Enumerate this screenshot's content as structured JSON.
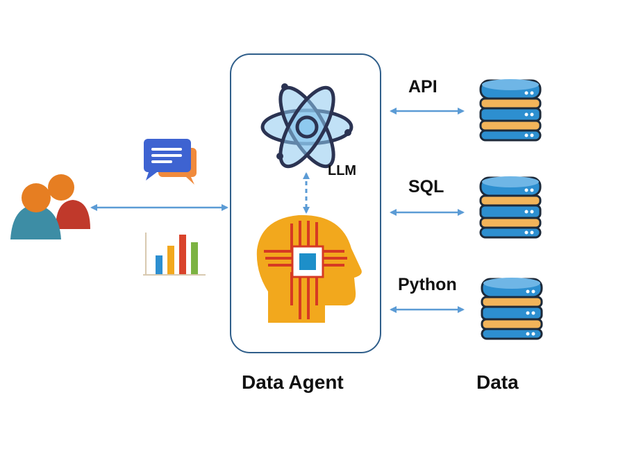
{
  "agent": {
    "llm_label": "LLM",
    "caption": "Data Agent"
  },
  "connections": [
    {
      "label": "API"
    },
    {
      "label": "SQL"
    },
    {
      "label": "Python"
    }
  ],
  "data_caption": "Data",
  "icons": [
    "users-icon",
    "chat-icon",
    "bar-chart-icon",
    "atom-icon",
    "ai-head-icon",
    "database-icon"
  ],
  "colors": {
    "arrow": "#5b9bd5",
    "agent_border": "#2f5e8a",
    "db_blue": "#2d8fd0",
    "db_orange": "#f2b45a",
    "db_outline": "#1d2a3a",
    "head_orange": "#f2a81d",
    "circuit_red": "#d63a23",
    "atom_fill": "#8ec9ef",
    "atom_line": "#2b3352"
  }
}
